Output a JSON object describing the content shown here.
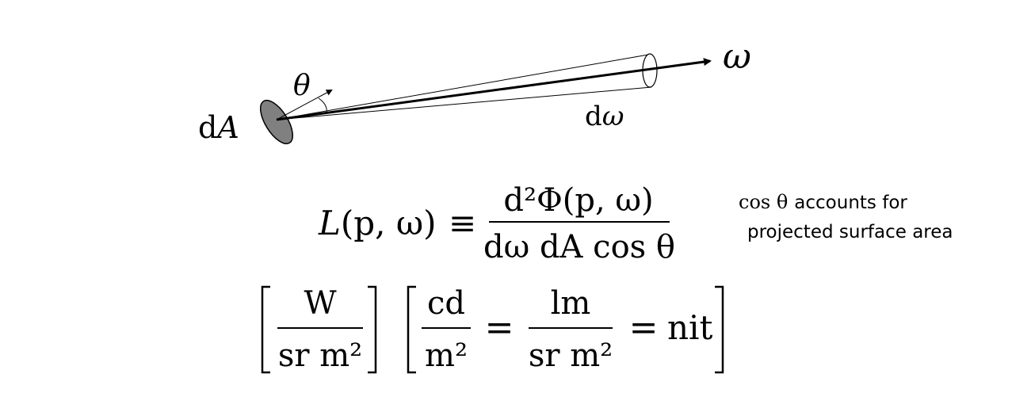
{
  "diagram": {
    "labels": {
      "dA_d": "d",
      "dA_A": "A",
      "theta": "θ",
      "omega": "ω",
      "domega_d": "d",
      "domega_w": "ω"
    }
  },
  "equation": {
    "L": "L",
    "args": "(p, ω)",
    "equiv": "≡",
    "numerator": "d²Φ(p, ω)",
    "denominator": "dω dA cos θ"
  },
  "note": {
    "cos_theta": "cos θ",
    "line1": "accounts for",
    "line2": "projected surface area"
  },
  "units": {
    "left": {
      "numerator": "W",
      "denominator": "sr m²"
    },
    "right": {
      "frac1_num": "cd",
      "frac1_den": "m²",
      "equals1": "=",
      "frac2_num": "lm",
      "frac2_den": "sr m²",
      "equals2": "=",
      "tail": "nit"
    }
  },
  "colors": {
    "ellipse_fill": "#808080",
    "stroke": "#000000"
  }
}
